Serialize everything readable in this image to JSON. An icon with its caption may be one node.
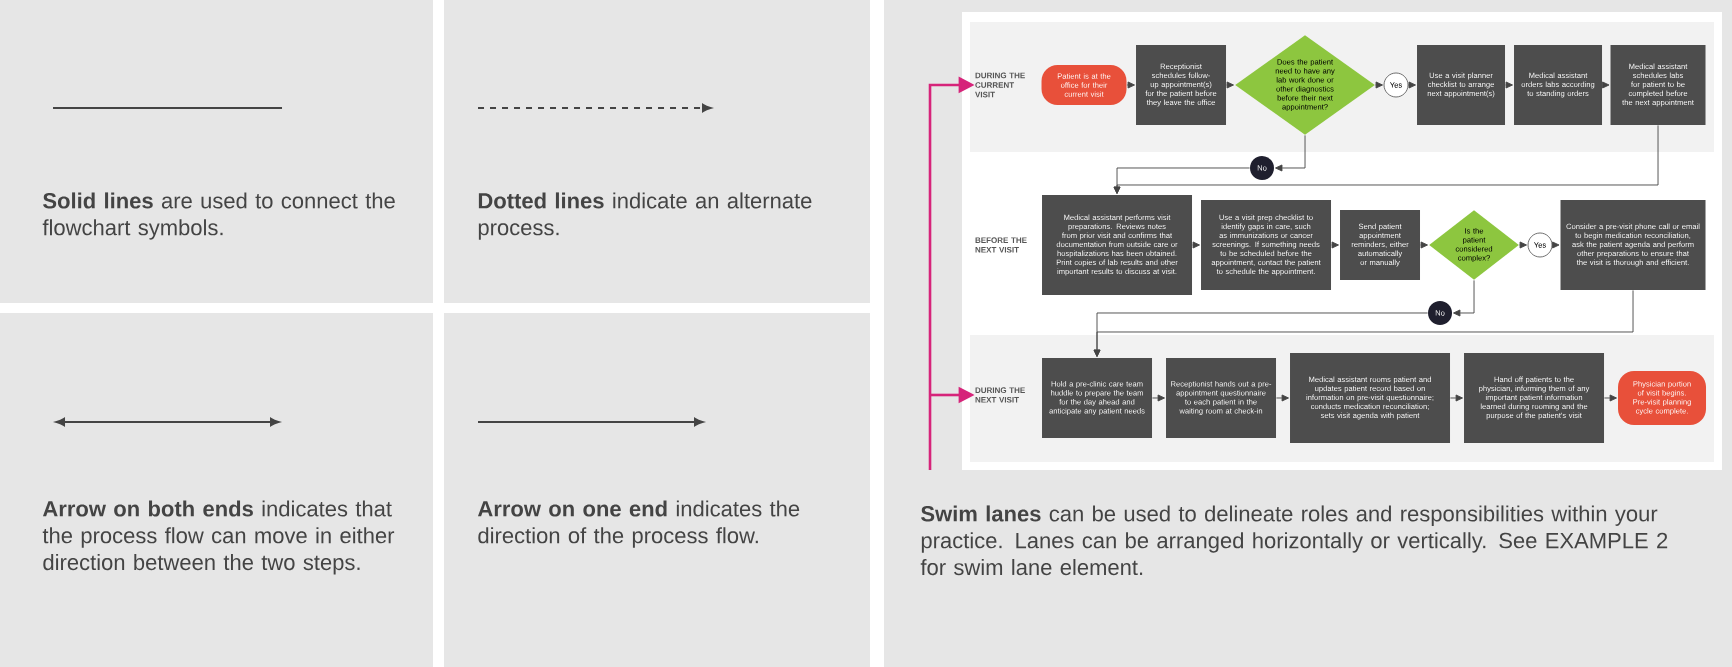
{
  "diagram": {
    "nodes": [
      {
        "text": [
          "DURING THE CURRENT VISIT"
        ]
      },
      {
        "text": [
          "Patient is at the office for their current visit"
        ]
      },
      {
        "text": [
          "Receptionist schedules follow-up appointment(s) for the patient before they leave the office"
        ]
      },
      {
        "text": [
          "Does the patient need to have any lab work done or other diagnostics before their next appointment?"
        ]
      },
      {
        "text": [
          "Yes"
        ]
      },
      {
        "text": [
          "Use a visit planner checklist to arrange next appointment(s)"
        ]
      },
      {
        "text": [
          "Medical assistant orders labs according to standing orders"
        ]
      },
      {
        "text": [
          "Medical assistant schedules labs for patient to be completed before the next appointment"
        ]
      },
      {
        "text": [
          "No"
        ]
      },
      {
        "text": [
          "BEFORE THE NEXT VISIT"
        ]
      },
      {
        "text": [
          "Medical assistant performs visit preparations. Reviews notes from prior visit and confirms that documentation from outside care or hospitalizations has been obtained. Print copies of lab results and other important results to discuss at visit."
        ]
      },
      {
        "text": [
          "Use a visit prep checklist to identify gaps in care, such as immunizations or cancer screenings. If something needs to be scheduled before the appointment, contact the patient to schedule the appointment."
        ]
      },
      {
        "text": [
          "Send patient appointment reminders, either automatically or manually"
        ]
      },
      {
        "text": [
          "Is the patient considered complex?"
        ]
      },
      {
        "text": [
          "Yes"
        ]
      },
      {
        "text": [
          "Consider a pre-visit phone call or email to begin medication reconciliation, ask the patient agenda and perform other preparations to ensure that the visit is thorough and efficient."
        ]
      },
      {
        "text": [
          "No"
        ]
      },
      {
        "text": [
          "DURING THE NEXT VISIT"
        ]
      },
      {
        "text": [
          "Hold a pre-clinic care team huddle to prepare the team for the day ahead and anticipate any patient needs"
        ]
      },
      {
        "text": [
          "Receptionist hands out a pre-appointment questionnaire to each patient in the waiting room at check-in"
        ]
      },
      {
        "text": [
          "Medical assistant rooms patient and updates patient record based on information on pre-visit questionnaire; conducts medication reconciliation; sets visit agenda with patient"
        ]
      },
      {
        "text": [
          "Hand off patients to the physician, informing them of any important patient information learned during rooming and the purpose of the patient's visit"
        ]
      },
      {
        "text": [
          "Physician portion of visit begins. Pre-visit planning cycle complete."
        ]
      }
    ],
    "edges": [
      {
        "from": null,
        "to": 0,
        "arrow": "to",
        "color": "#d6247a"
      },
      {
        "from": null,
        "to": 17,
        "arrow": "to",
        "color": "#d6247a"
      },
      {
        "from": 1,
        "to": 2,
        "arrow": "to"
      },
      {
        "from": 2,
        "to": 3,
        "arrow": "to"
      },
      {
        "from": 3,
        "to": 4,
        "arrow": "to"
      },
      {
        "from": 4,
        "to": 5,
        "arrow": "to"
      },
      {
        "from": 5,
        "to": 6,
        "arrow": "to"
      },
      {
        "from": 6,
        "to": 7,
        "arrow": "to"
      },
      {
        "from": 3,
        "to": 8,
        "arrow": "to"
      },
      {
        "from": 8,
        "to": 10,
        "arrow": "to"
      },
      {
        "from": 7,
        "to": 10,
        "arrow": "to"
      },
      {
        "from": 10,
        "to": 11,
        "arrow": "to"
      },
      {
        "from": 11,
        "to": 12,
        "arrow": "to"
      },
      {
        "from": 12,
        "to": 13,
        "arrow": "to"
      },
      {
        "from": 13,
        "to": 14,
        "arrow": "to"
      },
      {
        "from": 14,
        "to": 15,
        "arrow": "to"
      },
      {
        "from": 13,
        "to": 16,
        "arrow": "to"
      },
      {
        "from": 16,
        "to": 18,
        "arrow": "to"
      },
      {
        "from": 15,
        "to": 18,
        "arrow": "to"
      },
      {
        "from": 18,
        "to": 19,
        "arrow": "to"
      },
      {
        "from": 19,
        "to": 20,
        "arrow": "to"
      },
      {
        "from": 20,
        "to": 21,
        "arrow": "to"
      },
      {
        "from": 21,
        "to": 22,
        "arrow": "to"
      }
    ],
    "labels": [
      "**Swim lanes** can be used to delineate roles and responsibilities within your practice. Lanes can be arranged horizontally or vertically. See EXAMPLE 2 for swim lane element."
    ],
    "legend": [
      {
        "text": "**Solid lines** are used to connect the flowchart symbols."
      },
      {
        "text": "**Dotted lines** indicate an alternate process."
      },
      {
        "text": "**Arrow on both ends** indicates that the process flow can move in either direction between the two steps."
      },
      {
        "text": "**Arrow on one end** indicates the direction of the process flow."
      }
    ]
  }
}
